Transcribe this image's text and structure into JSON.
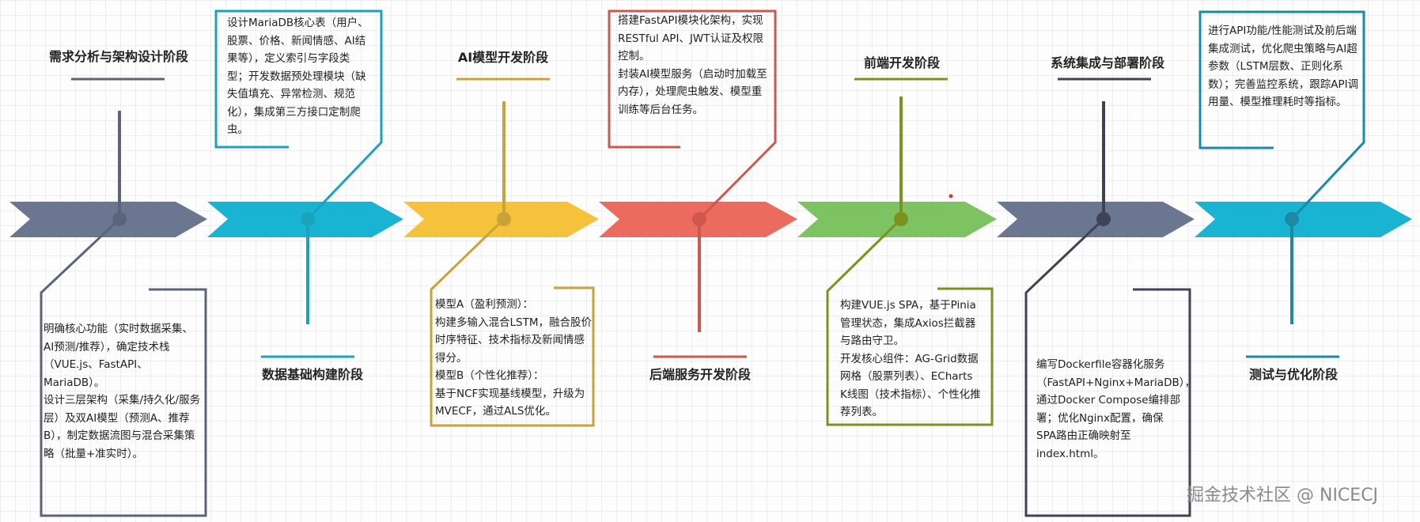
{
  "stages": [
    {
      "title": "需求分析与架构设计阶段",
      "color": "#5b6479",
      "text": [
        "明确核心功能（实时数据采集、AI预测/推荐），确定技术栈（VUE.js、FastAPI、MariaDB）。",
        "设计三层架构（采集/持久化/服务层）及双AI模型（预测A、推荐B），制定数据流图与混合采集策略（批量+准实时）。"
      ]
    },
    {
      "title": "数据基础构建阶段",
      "color": "#1aa3bd",
      "text": [
        "设计MariaDB核心表（用户、股票、价格、新闻情感、AI结果等），定义索引与字段类型；开发数据预处理模块（缺失值填充、异常检测、规范化），集成第三方接口定制爬虫。"
      ]
    },
    {
      "title": "AI模型开发阶段",
      "color": "#c9a23a",
      "text": [
        "模型A（盈利预测）：",
        "构建多输入混合LSTM，融合股价时序特征、技术指标及新闻情感得分。",
        "模型B（个性化推荐）：",
        "基于NCF实现基线模型，升级为MVECF，通过ALS优化。"
      ]
    },
    {
      "title": "后端服务开发阶段",
      "color": "#d0574e",
      "text": [
        "搭建FastAPI模块化架构，实现RESTful API、JWT认证及权限控制。",
        "封装AI模型服务（启动时加载至内存），处理爬虫触发、模型重训练等后台任务。"
      ]
    },
    {
      "title": "前端开发阶段",
      "color": "#7a9320",
      "text": [
        "构建VUE.js SPA，基于Pinia管理状态，集成Axios拦截器与路由守卫。",
        "开发核心组件：AG-Grid数据网格（股票列表）、ECharts K线图（技术指标）、个性化推荐列表。"
      ]
    },
    {
      "title": "系统集成与部署阶段",
      "color": "#3e4456",
      "text": [
        "编写Dockerfile容器化服务（FastAPI+Nginx+MariaDB），通过Docker Compose编排部署；优化Nginx配置，确保SPA路由正确映射至index.html。"
      ]
    },
    {
      "title": "测试与优化阶段",
      "color": "#1a8aa5",
      "text": [
        "进行API功能/性能测试及前后端集成测试，优化爬虫策略与AI超参数（LSTM层数、正则化系数）；完善监控系统，跟踪API调用量、模型推理耗时等指标。"
      ]
    }
  ],
  "arrow_colors": [
    "#6b7790",
    "#18b4d1",
    "#f5c33b",
    "#ec6b5f",
    "#7dc361",
    "#6b7790",
    "#18b4d1"
  ],
  "watermark": "掘金技术社区 @ NICECJ"
}
